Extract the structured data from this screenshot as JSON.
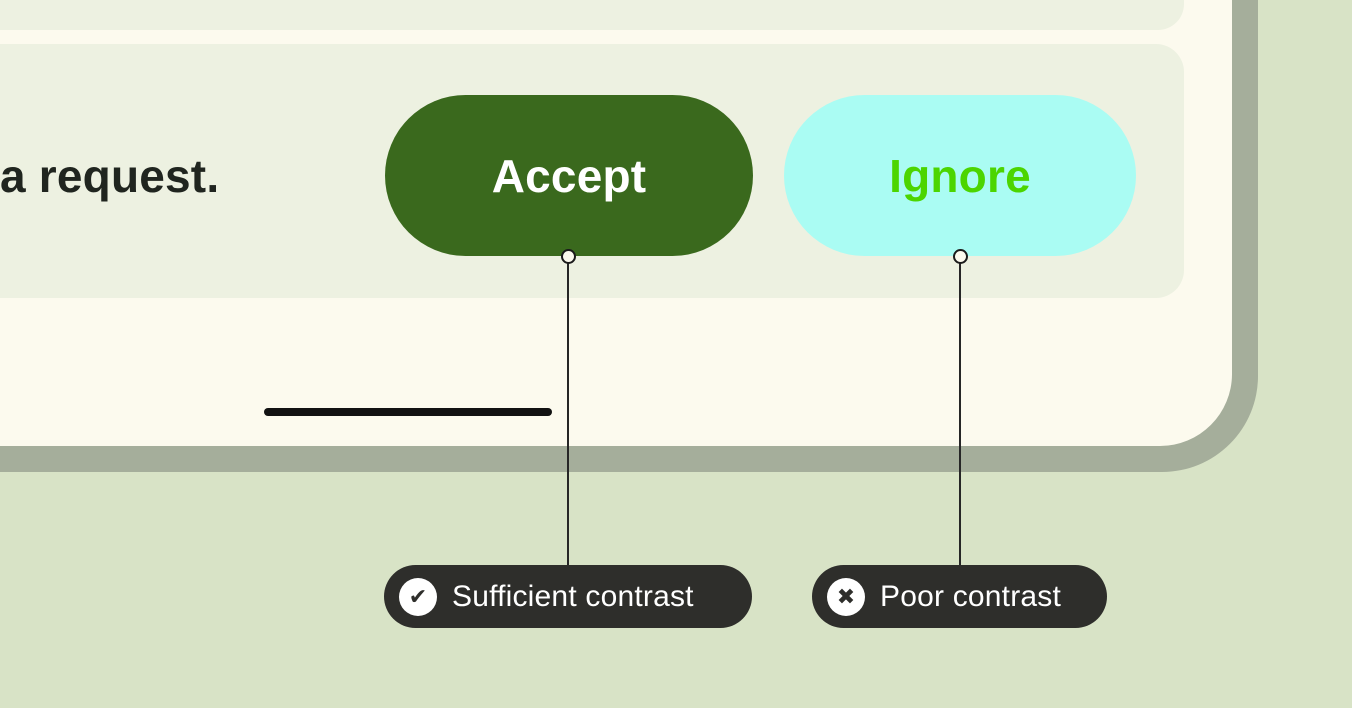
{
  "colors": {
    "page_background": "#d8e3c6",
    "card_surface": "#fcfaee",
    "card_edge": "#a5ae9b",
    "panel_surface": "#edf1e1",
    "accept_button_bg": "#3a691d",
    "accept_button_fg": "#ffffff",
    "ignore_button_bg": "#aafcf3",
    "ignore_button_fg": "#4cd500",
    "annotation_bg": "#2e2e2b",
    "annotation_fg": "#ffffff",
    "connector": "#262626",
    "divider": "#121212",
    "body_text": "#20251f"
  },
  "dialog": {
    "message_fragment": "a request.",
    "accept_label": "Accept",
    "ignore_label": "Ignore"
  },
  "annotations": {
    "sufficient": {
      "label": "Sufficient contrast",
      "icon": "check-icon",
      "glyph": "✔"
    },
    "poor": {
      "label": "Poor contrast",
      "icon": "x-icon",
      "glyph": "✖"
    }
  }
}
